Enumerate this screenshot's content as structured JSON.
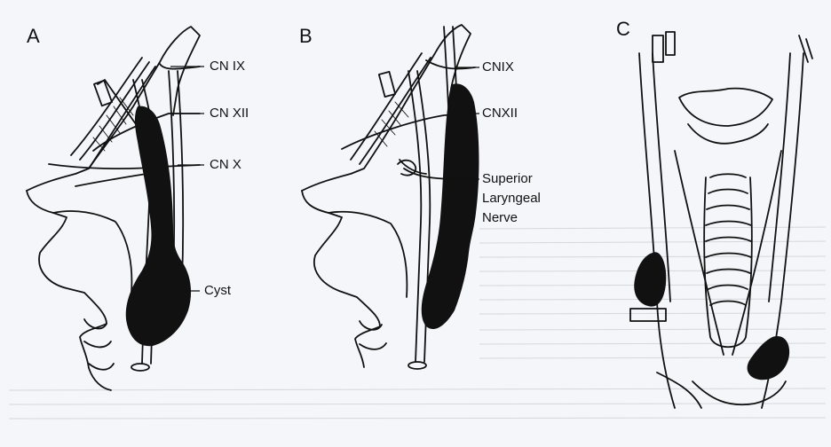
{
  "panels": [
    {
      "letter": "A",
      "labels": [
        "CN IX",
        "CN XII",
        "CN X",
        "Cyst"
      ]
    },
    {
      "letter": "B",
      "labels": [
        "CNIX",
        "CNXII",
        "Superior",
        "Laryngeal",
        "Nerve"
      ]
    },
    {
      "letter": "C",
      "labels": []
    }
  ],
  "colors": {
    "ink": "#111111",
    "paper": "#f4f6f9",
    "bleed": "#c9ccd3"
  }
}
